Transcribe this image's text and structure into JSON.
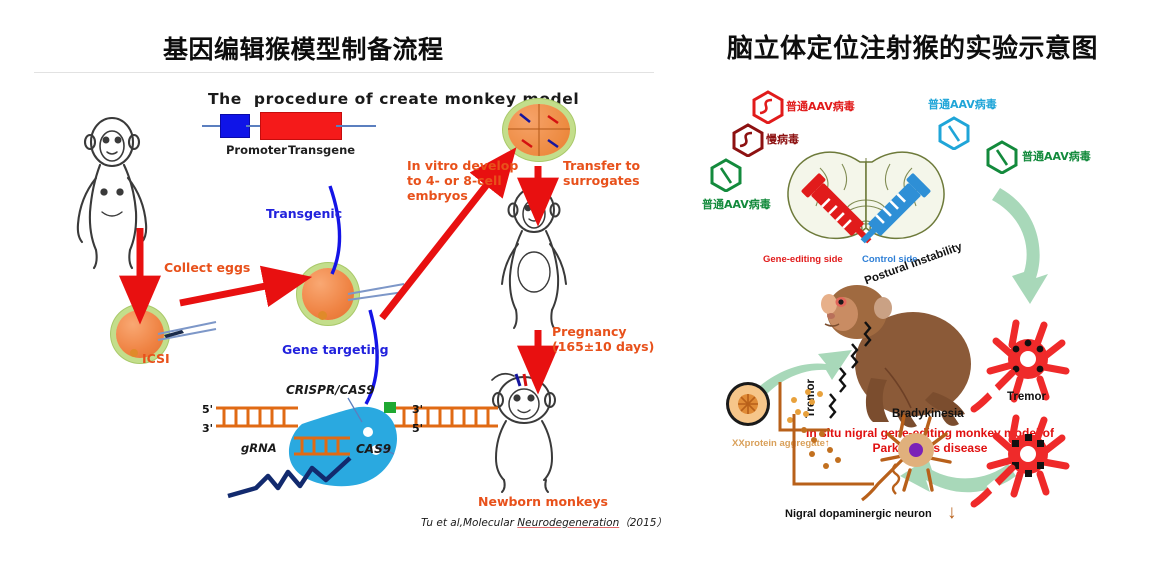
{
  "slide": {
    "left_title": "基因编辑猴模型制备流程",
    "right_title": "脑立体定位注射猴的实验示意图"
  },
  "left_panel": {
    "header": "The  procedure of create monkey model",
    "construct": {
      "promoter_label": "Promoter",
      "transgene_label": "Transgene",
      "promoter_color": "#0f14e8",
      "transgene_color": "#f51a1a"
    },
    "labels": {
      "in_vitro": "In vitro develop\nto 4- or 8-cell\nembryos",
      "transfer": "Transfer to\nsurrogates",
      "transgenic": "Transgenic",
      "collect_eggs": "Collect eggs",
      "gene_targeting": "Gene targeting",
      "icsi": "ICSI",
      "pregnancy": "Pregnancy\n(165±10 days)",
      "newborn": "Newborn monkeys",
      "crispr": "CRISPR/CAS9",
      "cas9": "CAS9",
      "grna": "gRNA",
      "five_prime_left": "5'",
      "three_prime_left": "3'",
      "three_prime_right": "3'",
      "five_prime_right": "5'"
    },
    "citation": {
      "prefix": "Tu et al,Molecular ",
      "journal": "Neurodegeneration",
      "suffix": "（2015）"
    },
    "colors": {
      "orange_text": "#e8511b",
      "blue_text": "#2222dd",
      "arrow_red": "#e81010"
    }
  },
  "right_panel": {
    "viruses": [
      {
        "label": "普通AAV病毒",
        "color": "#e11b1b",
        "glyph": "S"
      },
      {
        "label": "慢病毒",
        "color": "#8d1111",
        "glyph": "S"
      },
      {
        "label": "普通AAV病毒",
        "color": "#138a3c",
        "glyph": "\\"
      },
      {
        "label": "普通AAV病毒",
        "color": "#1fa5d8",
        "glyph": "\\"
      },
      {
        "label": "普通AAV病毒",
        "color": "#138a3c",
        "glyph": "\\"
      }
    ],
    "brain": {
      "gene_editing_side": "Gene-editing side",
      "control_side": "Control side",
      "gene_editing_color": "#e11b1b",
      "control_color": "#2e7fd6"
    },
    "symptoms": {
      "postural": "Postural instability",
      "tremor": "Tremor",
      "bradykinesia": "Bradykinesia"
    },
    "model_caption": "In situ nigral gene-editing monkey\nmodel of Parkinson's disease",
    "pathology": {
      "protein_aggregate": "XXprotein aggregate",
      "protein_arrow": "↑",
      "nigral_neuron": "Nigral dopaminergic neuron",
      "nigral_arrow": "↓"
    },
    "neuron_label": "Tremor",
    "colors": {
      "caption_red": "#e01010",
      "neuron_red": "#ef2a2a",
      "arrow_green": "#a8d8b9",
      "brain_olive": "#6d7a3a"
    }
  }
}
